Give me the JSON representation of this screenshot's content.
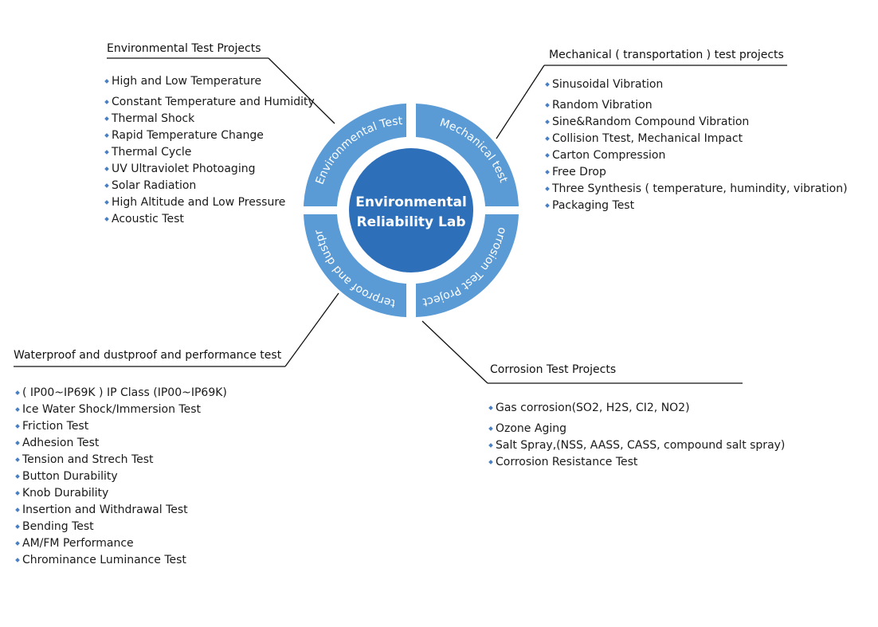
{
  "colors": {
    "segment": "#5b9bd5",
    "hub": "#2e6fba",
    "hub_ring": "#ffffff",
    "connector": "#111111",
    "bullet": "#4a7fc4"
  },
  "hub": {
    "line1": "Environmental",
    "line2": "Reliability Lab"
  },
  "segments": {
    "environmental": "Environmental Test",
    "mechanical": "Mechanical test",
    "corrosion": "Corrosion Test Projects",
    "waterproof": "Waterproof and dustproof"
  },
  "groups": {
    "environmental": {
      "title": "Environmental Test Projects",
      "items": [
        "High and Low Temperature",
        "Constant Temperature and Humidity",
        "Thermal Shock",
        "Rapid Temperature Change",
        "Thermal Cycle",
        "UV Ultraviolet Photoaging",
        "Solar Radiation",
        "High Altitude and Low Pressure",
        "Acoustic Test"
      ]
    },
    "mechanical": {
      "title": "Mechanical ( transportation ) test projects",
      "items": [
        "Sinusoidal Vibration",
        "Random Vibration",
        "Sine&Random Compound Vibration",
        "Collision Ttest, Mechanical Impact",
        "Carton Compression",
        "Free Drop",
        "Three Synthesis ( temperature, humindity, vibration)",
        "Packaging Test"
      ]
    },
    "waterproof": {
      "title": "Waterproof and dustproof and performance test",
      "items": [
        "( IP00~IP69K ) IP Class (IP00~IP69K)",
        "Ice Water Shock/Immersion Test",
        "Friction Test",
        "Adhesion Test",
        "Tension and Strech Test",
        "Button Durability",
        "Knob Durability",
        "Insertion and Withdrawal Test",
        "Bending Test",
        "AM/FM Performance",
        "Chrominance Luminance Test"
      ]
    },
    "corrosion": {
      "title": "Corrosion Test Projects",
      "items": [
        "Gas corrosion(SO2, H2S, CI2, NO2)",
        "Ozone Aging",
        "Salt Spray,(NSS, AASS, CASS, compound salt spray)",
        "Corrosion Resistance Test"
      ]
    }
  }
}
